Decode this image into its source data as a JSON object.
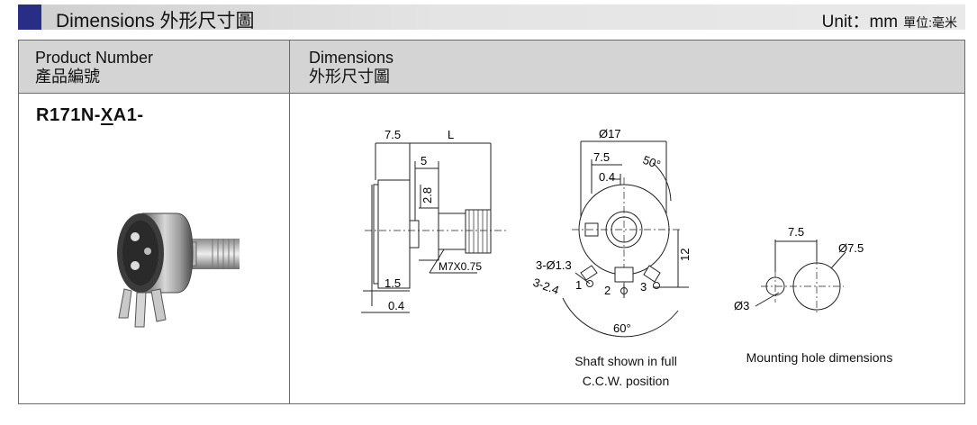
{
  "banner": {
    "title": "Dimensions  外形尺寸圖",
    "unit": "Unit：mm",
    "unit_cn": "單位:毫米",
    "accent_color": "#2a2d86"
  },
  "table": {
    "col1_header_en": "Product Number",
    "col1_header_cn": "產品編號",
    "col2_header_en": "Dimensions",
    "col2_header_cn": "外形尺寸圖",
    "product_number_prefix": "R171N-",
    "product_number_var": "X",
    "product_number_suffix": "A1-"
  },
  "side_view": {
    "dim_7_5": "7.5",
    "dim_L": "L",
    "dim_5": "5",
    "dim_2_8": "2.8",
    "thread": "M7X0.75",
    "dim_1_5": "1.5",
    "dim_0_4": "0.4"
  },
  "front_view": {
    "dia_17": "Ø17",
    "dim_7_5": "7.5",
    "angle_50": "50°",
    "dim_0_4": "0.4",
    "holes": "3-Ø1.3",
    "terminals": "3-2.4",
    "pin1": "1",
    "pin2": "2",
    "pin3": "3",
    "dim_12": "12",
    "angle_60": "60°",
    "caption_line1": "Shaft shown in full",
    "caption_line2": "C.C.W. position"
  },
  "mounting": {
    "dim_7_5": "7.5",
    "dia_7_5": "Ø7.5",
    "dia_3": "Ø3",
    "caption": "Mounting hole dimensions"
  }
}
